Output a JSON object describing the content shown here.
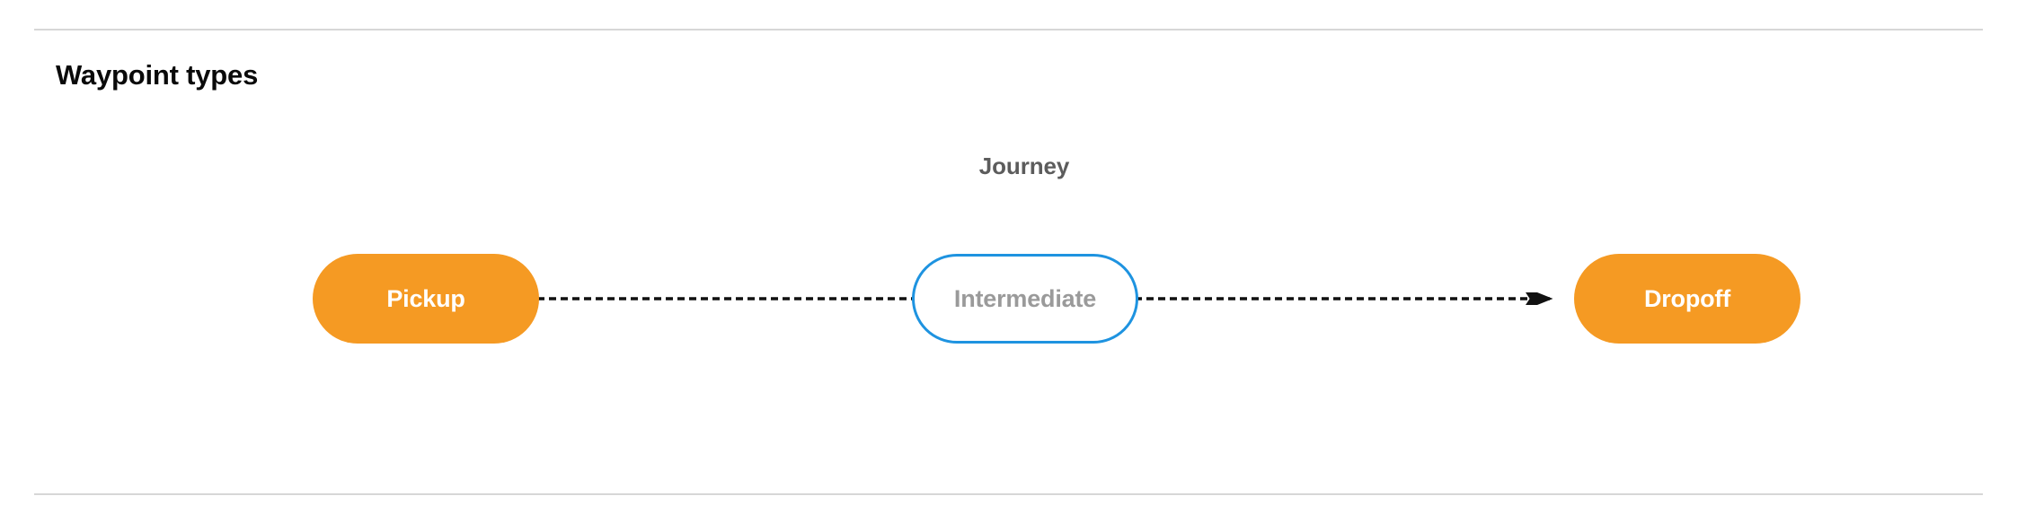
{
  "section": {
    "title": "Waypoint types"
  },
  "diagram": {
    "group_label": "Journey",
    "nodes": [
      {
        "id": "pickup",
        "label": "Pickup",
        "style": "filled",
        "fill": "#f59a23",
        "text_color": "#ffffff"
      },
      {
        "id": "intermediate",
        "label": "Intermediate",
        "style": "outlined",
        "fill": "#ffffff",
        "stroke": "#1e93e0",
        "text_color": "#9a9a9a"
      },
      {
        "id": "dropoff",
        "label": "Dropoff",
        "style": "filled",
        "fill": "#f59a23",
        "text_color": "#ffffff"
      }
    ],
    "connectors": [
      {
        "id": "pickup-to-intermediate",
        "from": "pickup",
        "to": "intermediate",
        "line": "dashed",
        "color": "#111111",
        "arrowhead": false
      },
      {
        "id": "intermediate-to-dropoff",
        "from": "intermediate",
        "to": "dropoff",
        "line": "dashed",
        "color": "#111111",
        "arrowhead": true
      }
    ]
  },
  "colors": {
    "divider": "#d7d7d7",
    "title_text": "#0a0a0a",
    "group_label_text": "#5c5c5c",
    "accent_orange": "#f59a23",
    "accent_blue": "#1e93e0"
  }
}
